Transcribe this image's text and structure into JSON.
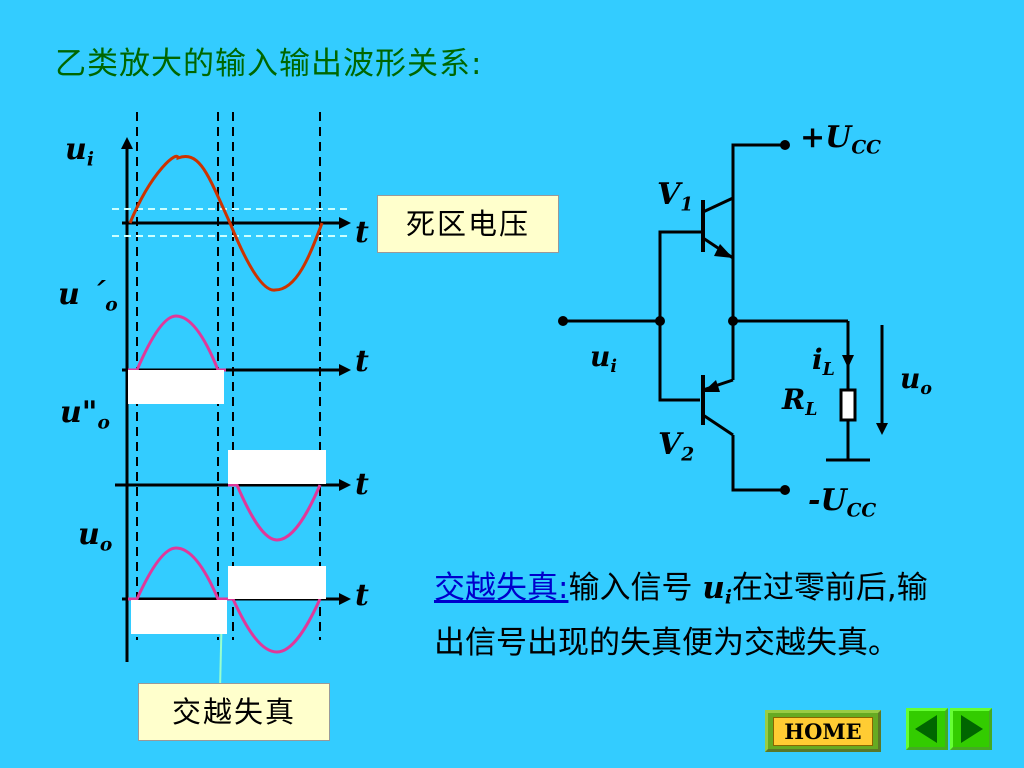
{
  "title": "乙类放大的输入输出波形关系:",
  "waveform": {
    "labels": {
      "ui": {
        "v": "u",
        "sub": "i"
      },
      "uo1": {
        "v": "u ´",
        "sub": "o"
      },
      "uo2": {
        "v": "u\"",
        "sub": "o"
      },
      "uo": {
        "v": "u",
        "sub": "o"
      }
    },
    "t_label": "t",
    "dead_zone_box": "死区电压",
    "crossover_box": "交越失真"
  },
  "circuit": {
    "vcc_pos": {
      "v": "+U",
      "sub": "CC"
    },
    "vcc_neg": {
      "v": "-U",
      "sub": "CC"
    },
    "v1": {
      "v": "V",
      "sub": "1"
    },
    "v2": {
      "v": "V",
      "sub": "2"
    },
    "ui": {
      "v": "u",
      "sub": "i"
    },
    "il": {
      "v": "i",
      "sub": "L"
    },
    "rl": {
      "v": "R",
      "sub": "L"
    },
    "uo": {
      "v": "u",
      "sub": "o"
    }
  },
  "description": {
    "term": "交越失真:",
    "text1": "输入信号 ",
    "var": "u",
    "var_sub": "i",
    "text2": "在过零前后,输出信号出现的失真便为交越失真。"
  },
  "nav": {
    "home_label": "HOME",
    "prev_icon": "triangle-left-icon",
    "next_icon": "triangle-right-icon"
  },
  "colors": {
    "background": "#33CCFF",
    "title": "#006600",
    "input_wave": "#CC3300",
    "output_wave": "#E0389A",
    "box_fill": "#FFFFCC"
  }
}
